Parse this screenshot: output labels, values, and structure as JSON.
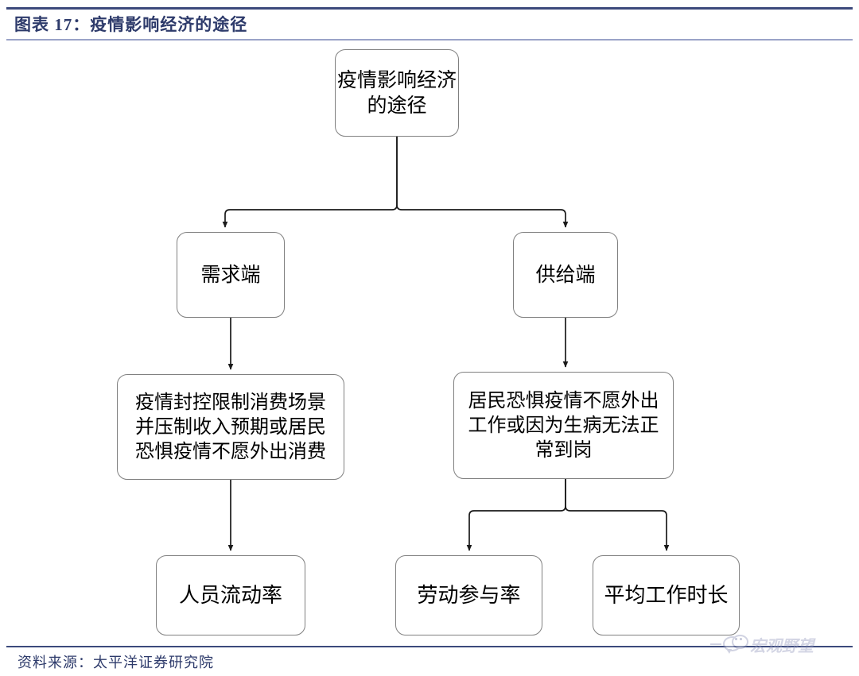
{
  "header": {
    "title": "图表 17：疫情影响经济的途径",
    "rule_color": "#3c4a7c",
    "title_color": "#2e3b6b"
  },
  "footer": {
    "source": "资料来源：太平洋证券研究院"
  },
  "watermark": {
    "text": "宏观野望",
    "logo": "wechat-logo",
    "color": "#9499bd"
  },
  "diagram": {
    "type": "flowchart",
    "node_border_color": "#808080",
    "node_fill_color": "#ffffff",
    "connector_color": "#1a1a1a",
    "nodes": {
      "root": "疫情影响经济的途径",
      "demand": "需求端",
      "supply": "供给端",
      "demand_detail_line1": "疫情封控限制消费场景",
      "demand_detail_line2": "并压制收入预期或居民",
      "demand_detail_line3": "恐惧疫情不愿外出消费",
      "supply_detail_line1": "居民恐惧疫情不愿外出",
      "supply_detail_line2": "工作或因为生病无法正",
      "supply_detail_line3": "常到岗",
      "mobility": "人员流动率",
      "labor": "劳动参与率",
      "hours": "平均工作时长"
    },
    "edges": [
      {
        "from": "root",
        "to": "demand"
      },
      {
        "from": "root",
        "to": "supply"
      },
      {
        "from": "demand",
        "to": "demand_detail"
      },
      {
        "from": "supply",
        "to": "supply_detail"
      },
      {
        "from": "demand_detail",
        "to": "mobility"
      },
      {
        "from": "supply_detail",
        "to": "labor"
      },
      {
        "from": "supply_detail",
        "to": "hours"
      }
    ]
  }
}
